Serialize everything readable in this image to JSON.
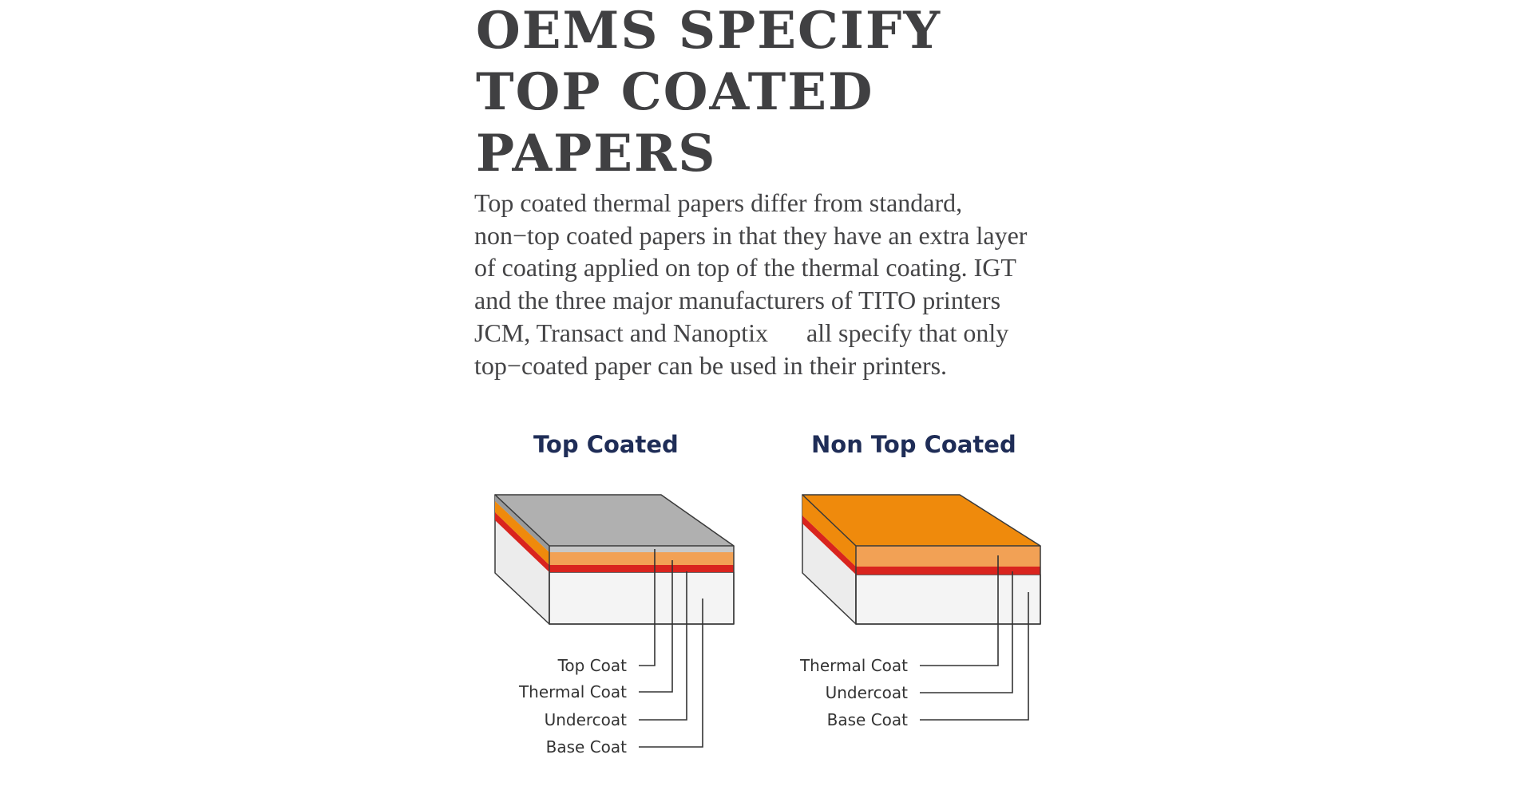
{
  "headline": {
    "lines": [
      "OEMS SPECIFY",
      "TOP COATED",
      "PAPERS"
    ]
  },
  "body": {
    "lines": [
      "Top coated thermal papers differ from standard,",
      "non−top coated papers in that they have an extra layer",
      "of coating applied on top of the thermal coating. IGT",
      "and the three major manufacturers of TITO printers",
      "JCM, Transact and Nanoptix      all specify that only",
      "top−coated paper can be used in their printers."
    ]
  },
  "diagram": {
    "top_coated": {
      "title": "Top Coated",
      "labels": [
        "Top Coat",
        "Thermal Coat",
        "Undercoat",
        "Base Coat"
      ]
    },
    "non_top_coated": {
      "title": "Non Top Coated",
      "labels": [
        "Thermal Coat",
        "Undercoat",
        "Base Coat"
      ]
    },
    "colors": {
      "top_coat": "#b0b0b0",
      "thermal_top": "#ef8a0c",
      "thermal_front": "#f2a155",
      "undercoat": "#d9241e",
      "base_front": "#f4f4f4",
      "base_side": "#ececec"
    }
  }
}
